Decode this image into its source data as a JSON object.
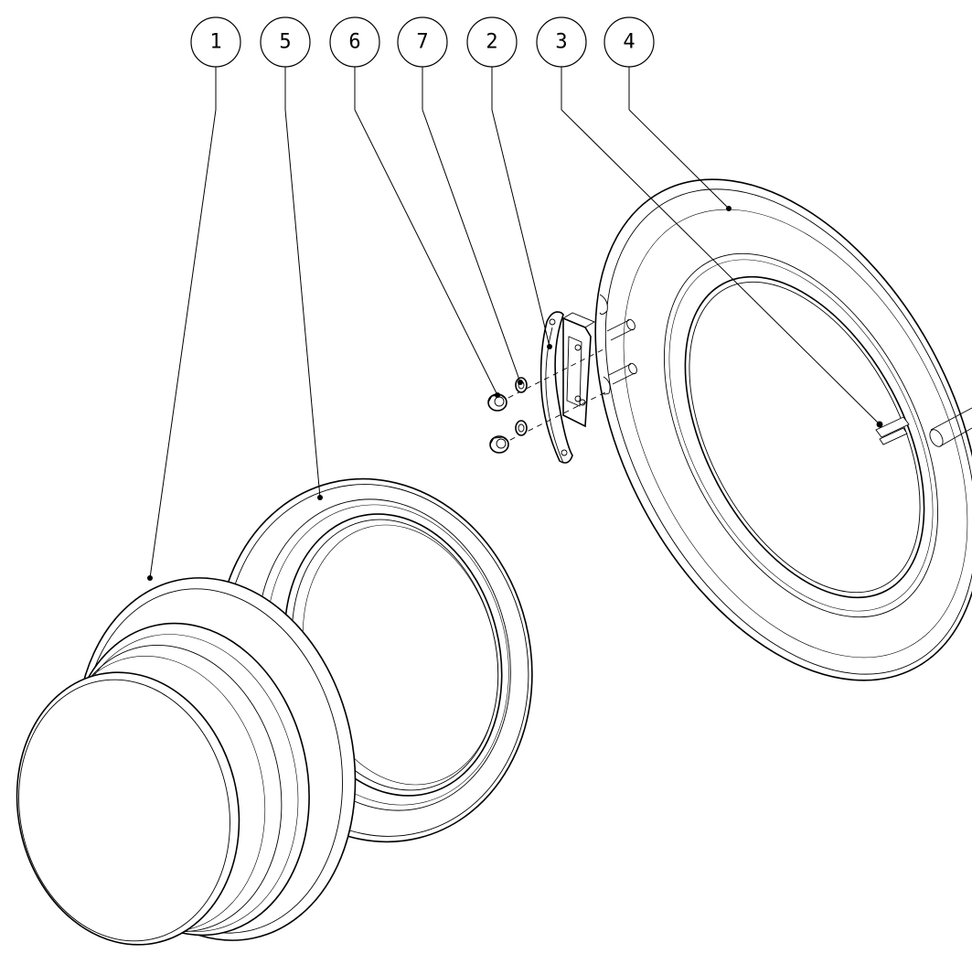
{
  "callouts": [
    {
      "id": "1",
      "label": "1",
      "part": "glass-bowl"
    },
    {
      "id": "5",
      "label": "5",
      "part": "inner-ring"
    },
    {
      "id": "6",
      "label": "6",
      "part": "nut"
    },
    {
      "id": "7",
      "label": "7",
      "part": "washer"
    },
    {
      "id": "2",
      "label": "2",
      "part": "hinge"
    },
    {
      "id": "3",
      "label": "3",
      "part": "latch-hook"
    },
    {
      "id": "4",
      "label": "4",
      "part": "outer-door-frame"
    }
  ]
}
